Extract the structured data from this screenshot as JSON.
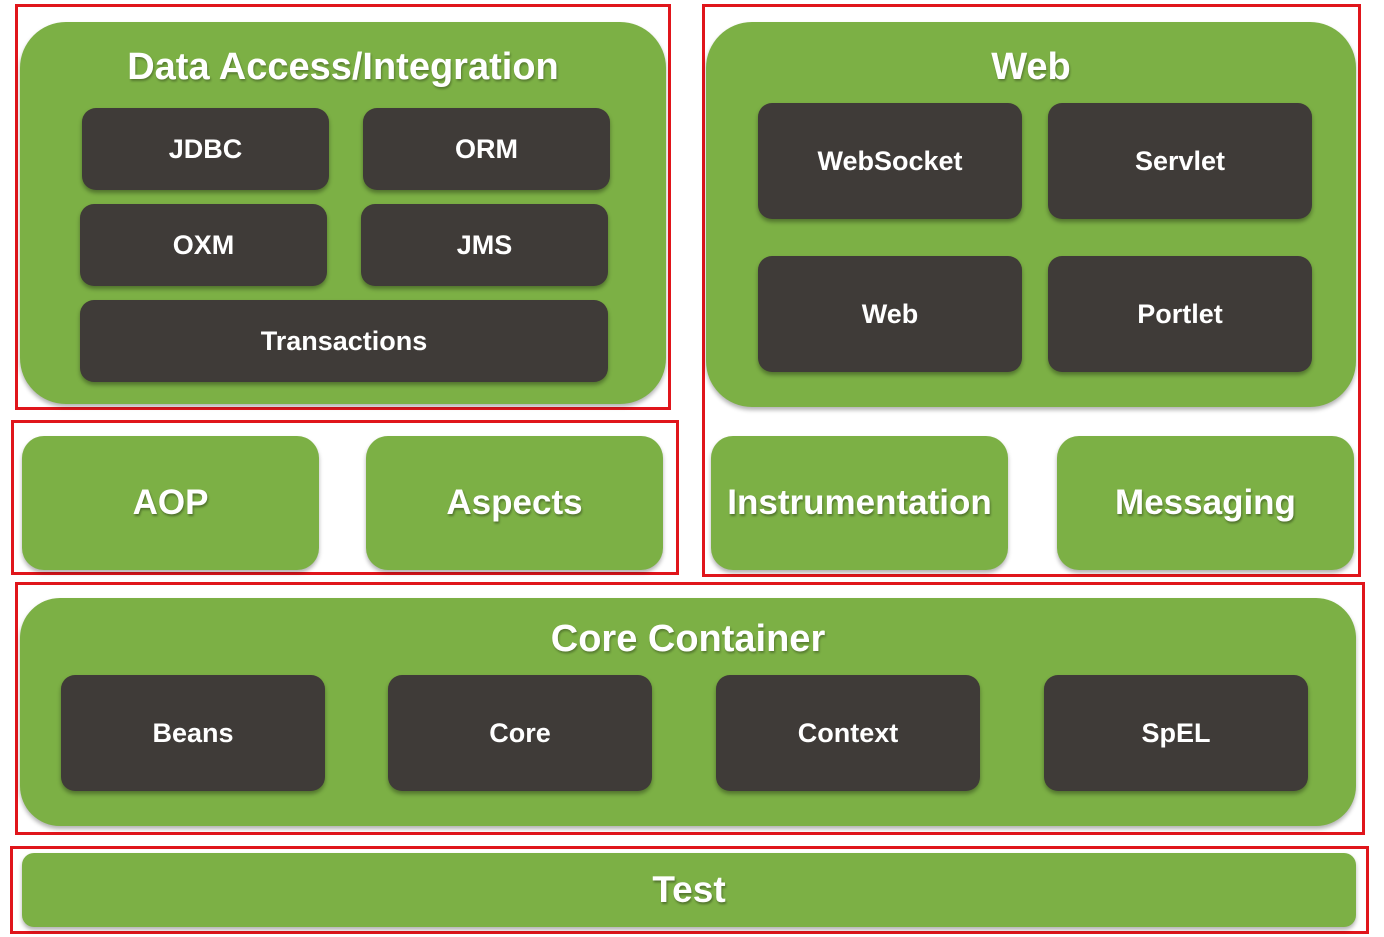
{
  "data_access": {
    "title": "Data Access/Integration",
    "modules": [
      "JDBC",
      "ORM",
      "OXM",
      "JMS",
      "Transactions"
    ]
  },
  "web": {
    "title": "Web",
    "modules": [
      "WebSocket",
      "Servlet",
      "Web",
      "Portlet"
    ]
  },
  "aop_row": {
    "items": [
      "AOP",
      "Aspects"
    ]
  },
  "web_row": {
    "items": [
      "Instrumentation",
      "Messaging"
    ]
  },
  "core_container": {
    "title": "Core Container",
    "modules": [
      "Beans",
      "Core",
      "Context",
      "SpEL"
    ]
  },
  "test": {
    "label": "Test"
  },
  "colors": {
    "module_green": "#7cb045",
    "module_dark": "#3f3b38",
    "highlight_red": "#e0151b"
  }
}
